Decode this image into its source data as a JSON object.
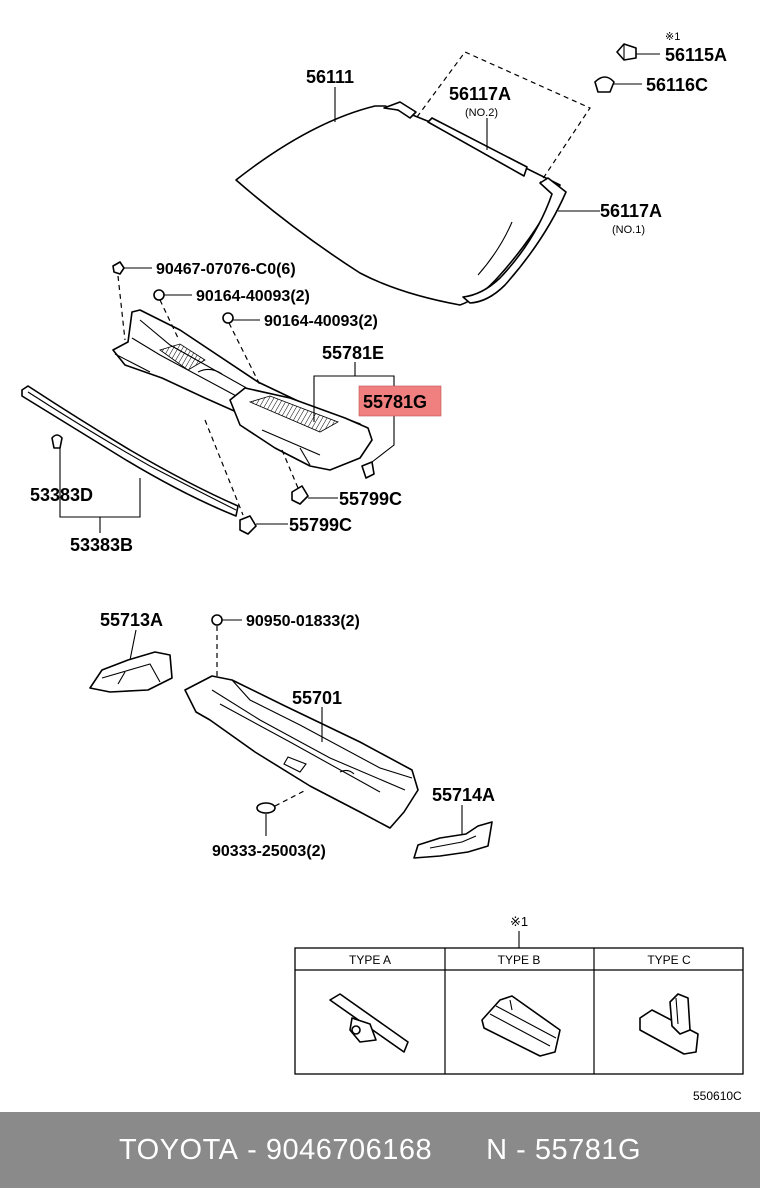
{
  "labels": {
    "windshield": "56111",
    "molding_no2": "56117A",
    "molding_no2_note": "(NO.2)",
    "clip_a_mark": "※1",
    "clip_a": "56115A",
    "clip_c": "56116C",
    "molding_no1": "56117A",
    "molding_no1_note": "(NO.1)",
    "screw_top": "90467-07076-C0(6)",
    "bolt_1": "90164-40093(2)",
    "bolt_2": "90164-40093(2)",
    "louver_e": "55781E",
    "louver_g": "55781G",
    "clip_55799c_1": "55799C",
    "clip_55799c_2": "55799C",
    "seal_d": "53383D",
    "seal_b": "53383B",
    "ext_left": "55713A",
    "nut": "90950-01833(2)",
    "panel": "55701",
    "ext_right": "55714A",
    "plug": "90333-25003(2)",
    "table_mark": "※1",
    "diagram_code": "550610C"
  },
  "type_table": {
    "headers": [
      "TYPE A",
      "TYPE B",
      "TYPE C"
    ]
  },
  "highlight_color": "#f08080",
  "footer": {
    "brand": "TOYOTA",
    "part_number": "9046706168",
    "ref": "N - 55781G"
  }
}
